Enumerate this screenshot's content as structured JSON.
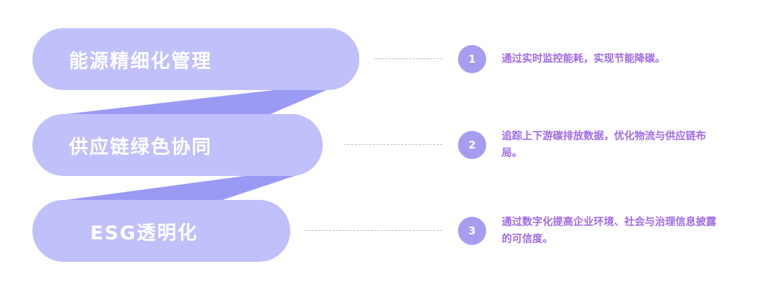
{
  "items": [
    {
      "title": "能源精细化管理",
      "number": "1",
      "text": "通过实时监控能耗，实现节能降碳。"
    },
    {
      "title": "供应链绿色协同",
      "number": "2",
      "text": "追踪上下游碳排放数据，优化物流与供应链布局。"
    },
    {
      "title": "ESG透明化",
      "number": "3",
      "text": "通过数字化提高企业环境、社会与治理信息披露的可信度。"
    }
  ],
  "colors": {
    "pill": "#c0c0fb",
    "ribbon": "#9a9af5",
    "badge": "#a59df0",
    "text": "#9f6be8"
  }
}
